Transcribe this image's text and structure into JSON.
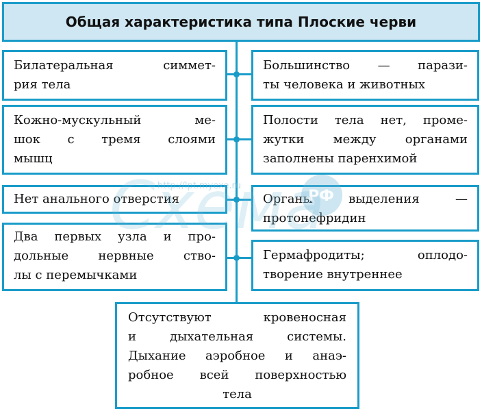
{
  "title": "Общая характеристика типа Плоские черви",
  "left": [
    [
      "Билатеральная симмет-",
      "рия тела"
    ],
    [
      "Кожно-мускульный ме-",
      "шок с тремя слоями",
      "мышц"
    ],
    [
      "Нет анального отверстия"
    ],
    [
      "Два первых узла и про-",
      "дольные нервные ство-",
      "лы с перемычками"
    ]
  ],
  "right": [
    [
      "Большинство — парази-",
      "ты человека и животных"
    ],
    [
      "Полости тела нет, проме-",
      "жутки между органами",
      "заполнены паренхимой"
    ],
    [
      "Органы выделения —",
      "протонефридин"
    ],
    [
      "Гермафродиты; оплодо-",
      "творение внутреннее"
    ]
  ],
  "bottom": [
    "Отсутствуют кровеносная",
    "и дыхательная системы.",
    "Дыхание аэробное и анаэ-",
    "робное всей поверхностью",
    "тела"
  ],
  "watermark": {
    "url": "http://lpt.myexe.ru",
    "logo": "Схема",
    "badge": "РФ"
  }
}
